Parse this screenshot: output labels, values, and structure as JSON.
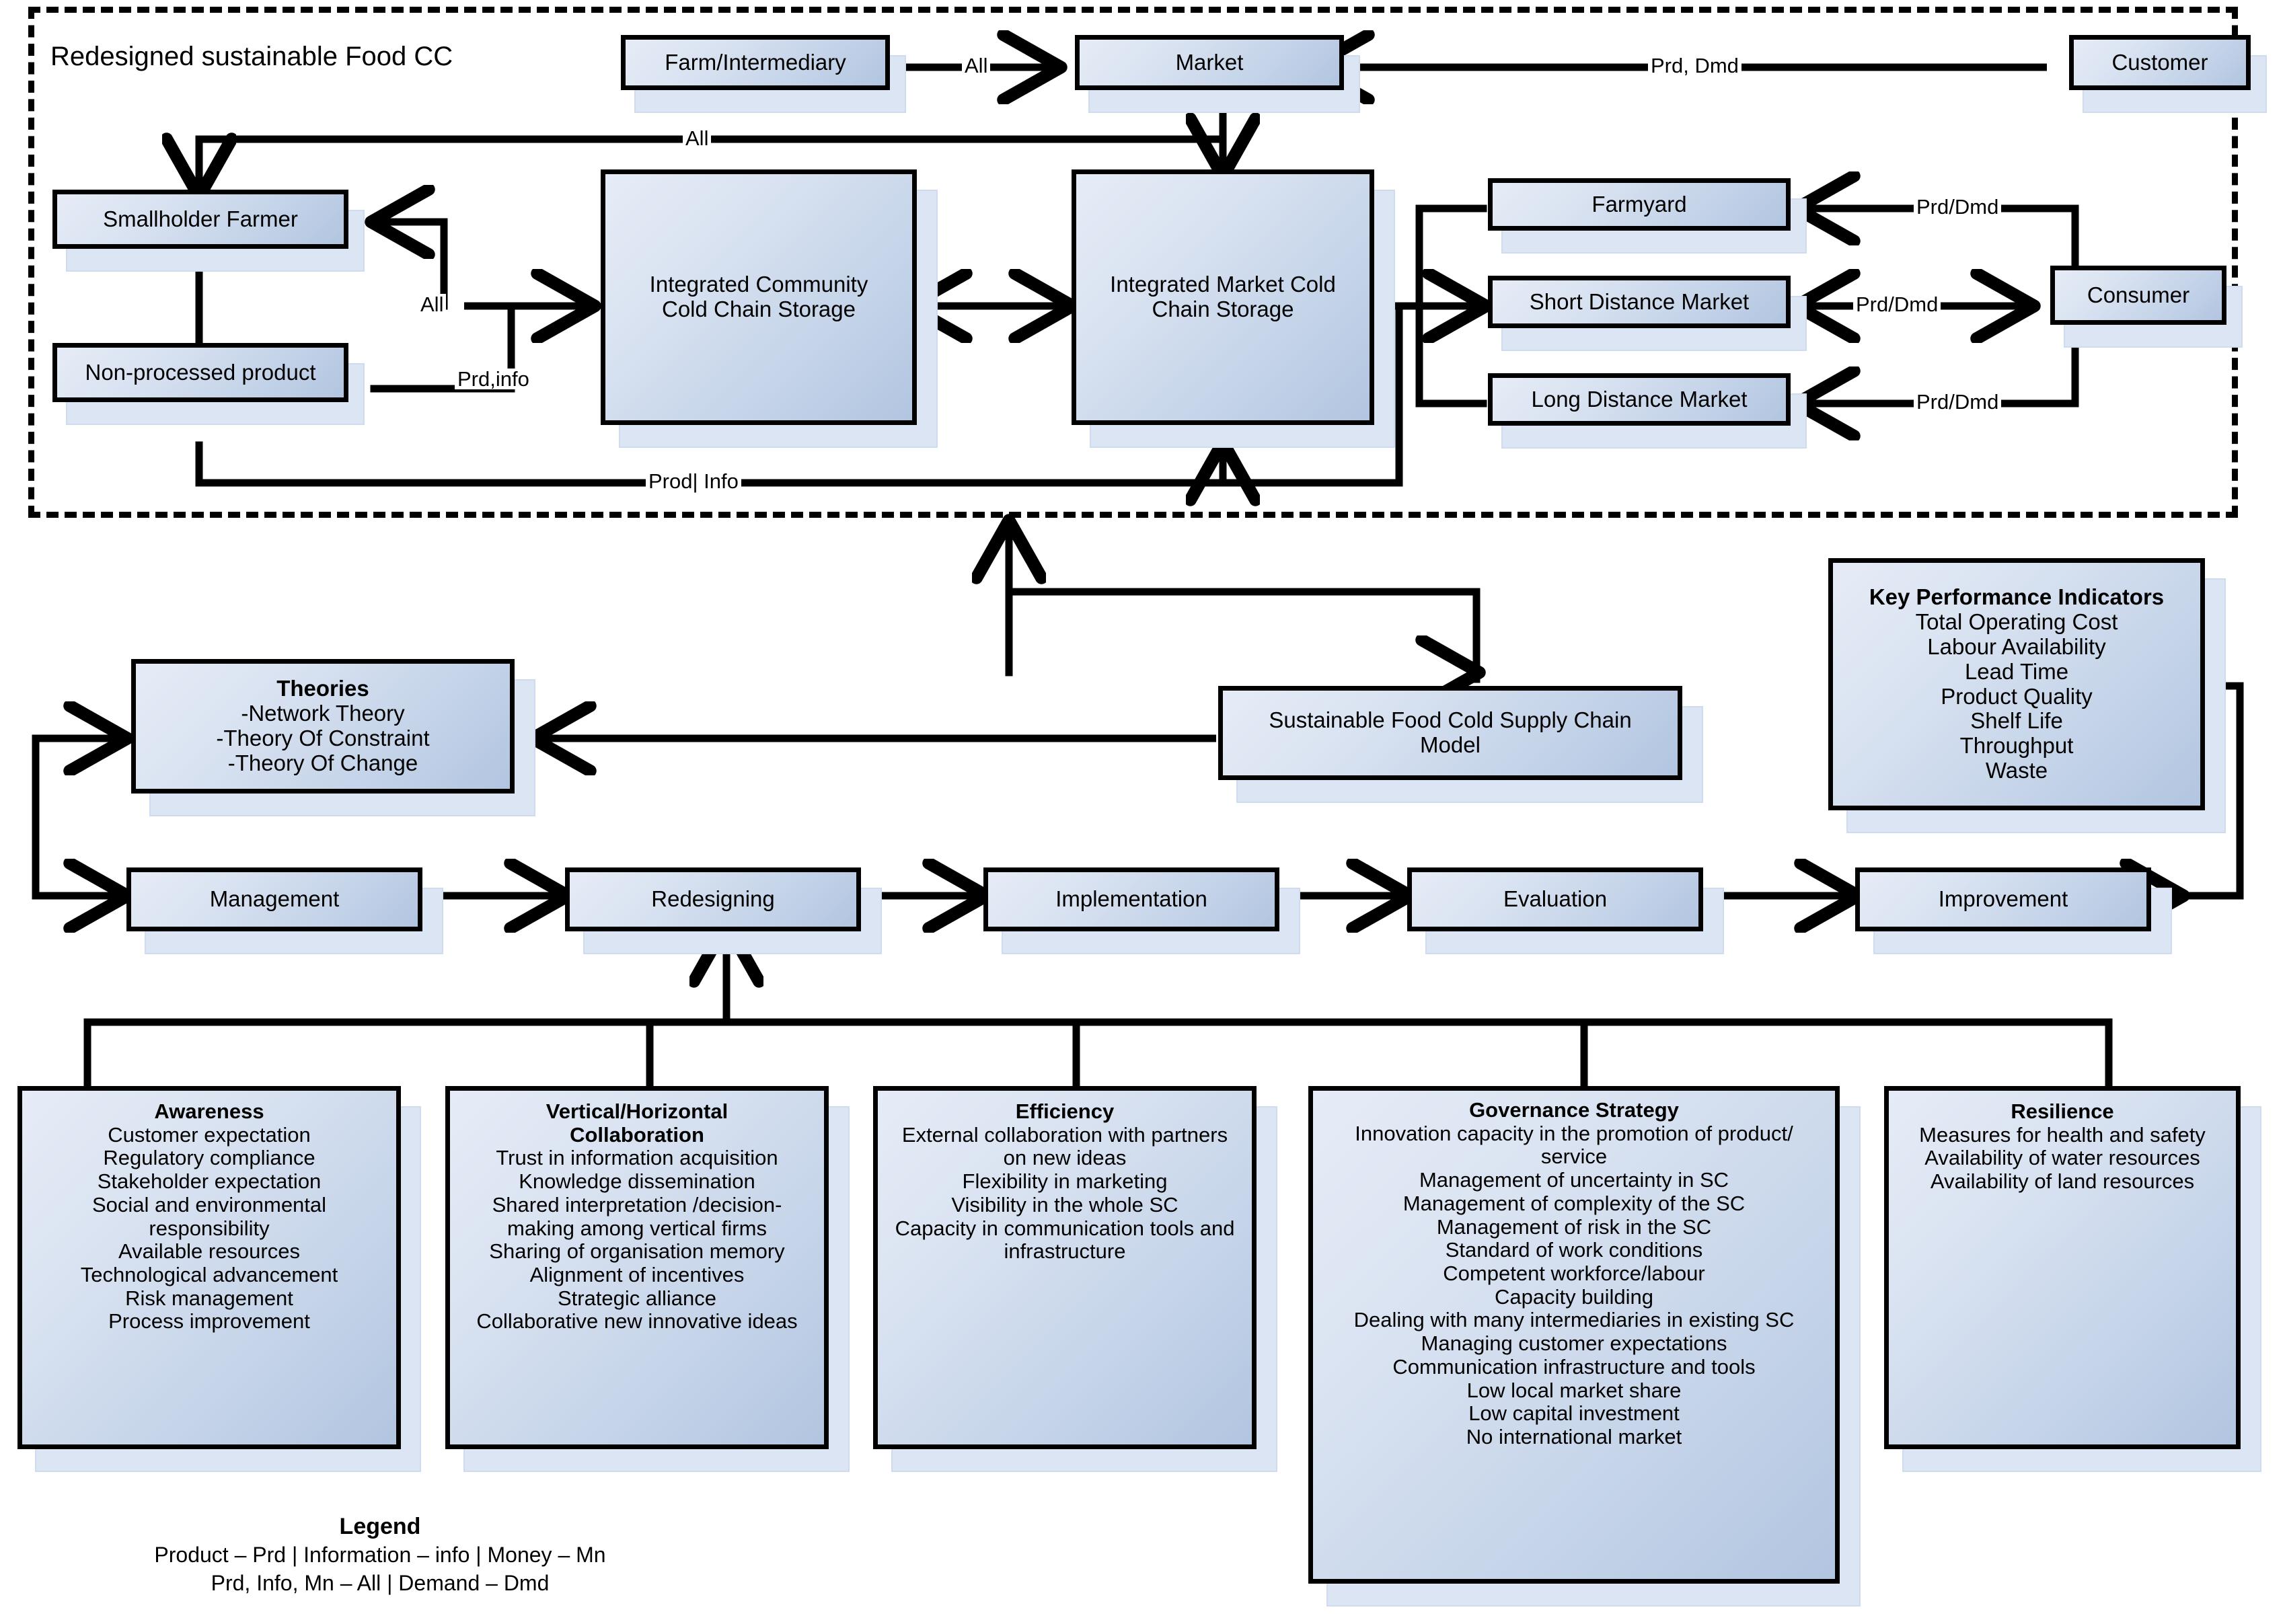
{
  "diagram": {
    "title": "Redesigned sustainable Food CC",
    "accent_fill": "#c5d4e9",
    "border_color": "#000000",
    "shadow_color": "#dbe5f4"
  },
  "supply_chain": {
    "nodes": [
      {
        "id": "farm_intermediary",
        "label": "Farm/Intermediary"
      },
      {
        "id": "market",
        "label": "Market"
      },
      {
        "id": "customer",
        "label": "Customer"
      },
      {
        "id": "smallholder_farmer",
        "label": "Smallholder Farmer"
      },
      {
        "id": "non_processed_product",
        "label": "Non-processed product"
      },
      {
        "id": "community_storage",
        "lines": [
          "Integrated Community",
          "Cold Chain Storage"
        ]
      },
      {
        "id": "market_storage",
        "lines": [
          "Integrated Market Cold",
          "Chain Storage"
        ]
      },
      {
        "id": "farmyard",
        "label": "Farmyard"
      },
      {
        "id": "short_distance_market",
        "label": "Short Distance Market"
      },
      {
        "id": "long_distance_market",
        "label": "Long Distance Market"
      },
      {
        "id": "consumer",
        "label": "Consumer"
      }
    ],
    "edge_labels": {
      "farm_to_market": "All",
      "customer_to_market": "Prd, Dmd",
      "all_top": "All",
      "all_mid": "All",
      "prd_info": "Prd,info",
      "prod_info": "Prod| Info",
      "farmyard_consumer": "Prd/Dmd",
      "short_consumer": "Prd/Dmd",
      "long_consumer": "Prd/Dmd"
    }
  },
  "model": {
    "lines": [
      "Sustainable Food Cold Supply Chain",
      "Model"
    ]
  },
  "theories": {
    "title": "Theories",
    "items": [
      "-Network Theory",
      "-Theory Of Constraint",
      "-Theory Of Change"
    ]
  },
  "kpi": {
    "title": "Key Performance Indicators",
    "items": [
      "Total Operating Cost",
      "Labour Availability",
      "Lead Time",
      "Product Quality",
      "Shelf Life",
      "Throughput",
      "Waste"
    ]
  },
  "process": {
    "steps": [
      {
        "id": "management",
        "label": "Management"
      },
      {
        "id": "redesigning",
        "label": "Redesigning"
      },
      {
        "id": "implementation",
        "label": "Implementation"
      },
      {
        "id": "evaluation",
        "label": "Evaluation"
      },
      {
        "id": "improvement",
        "label": "Improvement"
      }
    ]
  },
  "pillars": [
    {
      "id": "awareness",
      "title": "Awareness",
      "items": [
        "Customer expectation",
        "Regulatory compliance",
        "Stakeholder expectation",
        "Social and environmental",
        "responsibility",
        "Available resources",
        "Technological advancement",
        "Risk management",
        "Process improvement"
      ]
    },
    {
      "id": "collaboration",
      "title": "Vertical/Horizontal Collaboration",
      "items": [
        "Trust in information acquisition",
        "Knowledge dissemination",
        "Shared interpretation /decision-",
        "making among vertical firms",
        "Sharing of organisation memory",
        "Alignment of incentives",
        "Strategic alliance",
        "Collaborative new innovative ideas"
      ]
    },
    {
      "id": "efficiency",
      "title": "Efficiency",
      "items": [
        "External collaboration with partners",
        "on new ideas",
        "Flexibility in marketing",
        "Visibility in the whole SC",
        "Capacity in communication tools and",
        "infrastructure"
      ]
    },
    {
      "id": "governance",
      "title": "Governance Strategy",
      "items": [
        "Innovation capacity in the promotion of product/",
        "service",
        "Management of uncertainty in SC",
        "Management of complexity of the SC",
        "Management of risk in the SC",
        "Standard of work conditions",
        "Competent workforce/labour",
        "Capacity building",
        "Dealing with many intermediaries in existing SC",
        "Managing customer expectations",
        "Communication infrastructure and tools",
        "Low local market share",
        "Low capital investment",
        "No international market"
      ]
    },
    {
      "id": "resilience",
      "title": "Resilience",
      "items": [
        "Measures for health and safety",
        "Availability of water resources",
        "Availability of land resources"
      ]
    }
  ],
  "legend": {
    "title": "Legend",
    "line1": "Product – Prd  | Information – info | Money – Mn",
    "line2": "Prd, Info, Mn – All | Demand – Dmd"
  }
}
